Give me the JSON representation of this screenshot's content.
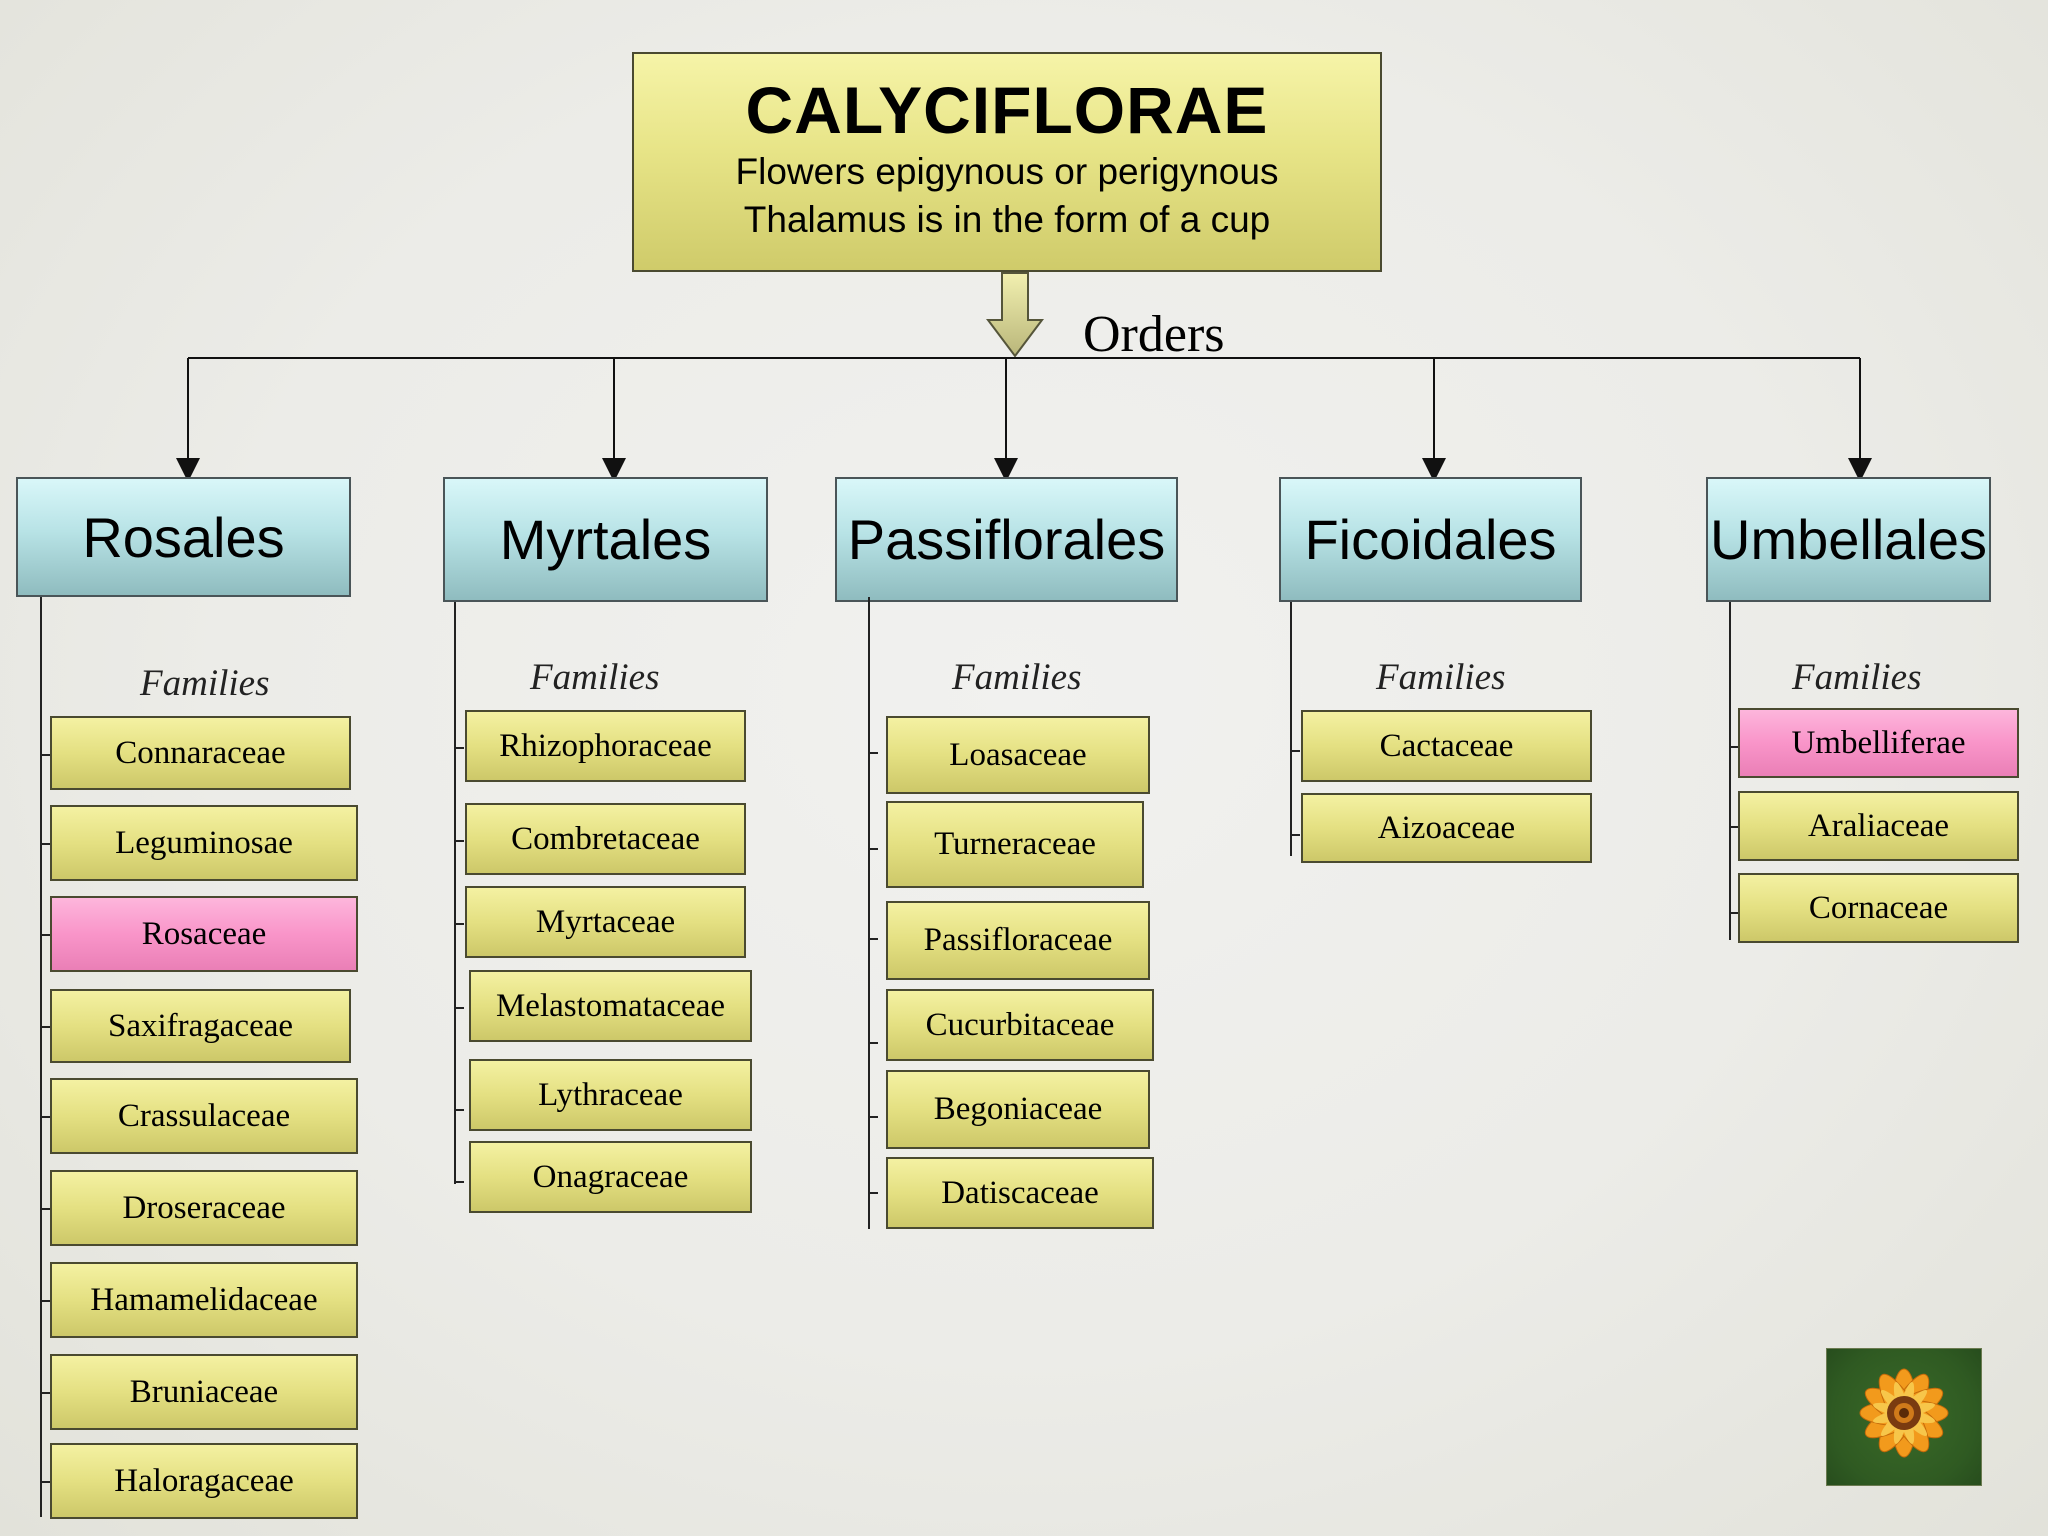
{
  "title": {
    "main": "CALYCIFLORAE",
    "line1": "Flowers epigynous or perigynous",
    "line2": "Thalamus is in the form of a cup"
  },
  "orders_label": "Orders",
  "orders": [
    {
      "name": "Rosales",
      "families_label": "Families",
      "families": [
        "Connaraceae",
        "Leguminosae",
        "Rosaceae",
        "Saxifragaceae",
        "Crassulaceae",
        "Droseraceae",
        "Hamamelidaceae",
        "Bruniaceae",
        "Haloragaceae"
      ],
      "highlighted": [
        "Rosaceae"
      ]
    },
    {
      "name": "Myrtales",
      "families_label": "Families",
      "families": [
        "Rhizophoraceae",
        "Combretaceae",
        "Myrtaceae",
        "Melastomataceae",
        "Lythraceae",
        "Onagraceae"
      ],
      "highlighted": []
    },
    {
      "name": "Passiflorales",
      "families_label": "Families",
      "families": [
        "Loasaceae",
        "Turneraceae",
        "Passifloraceae",
        "Cucurbitaceae",
        "Begoniaceae",
        "Datiscaceae"
      ],
      "highlighted": []
    },
    {
      "name": "Ficoidales",
      "families_label": "Families",
      "families": [
        "Cactaceae",
        "Aizoaceae"
      ],
      "highlighted": []
    },
    {
      "name": "Umbellales",
      "families_label": "Families",
      "families": [
        "Umbelliferae",
        "Araliaceae",
        "Cornaceae"
      ],
      "highlighted": [
        "Umbelliferae"
      ]
    }
  ],
  "colors": {
    "title_fill": "#e7e487",
    "order_fill": "#b8e3e6",
    "family_fill": "#e4e082",
    "highlight_fill": "#f995c9"
  },
  "decoration": {
    "image": "orange-gazania-flower-photo"
  }
}
